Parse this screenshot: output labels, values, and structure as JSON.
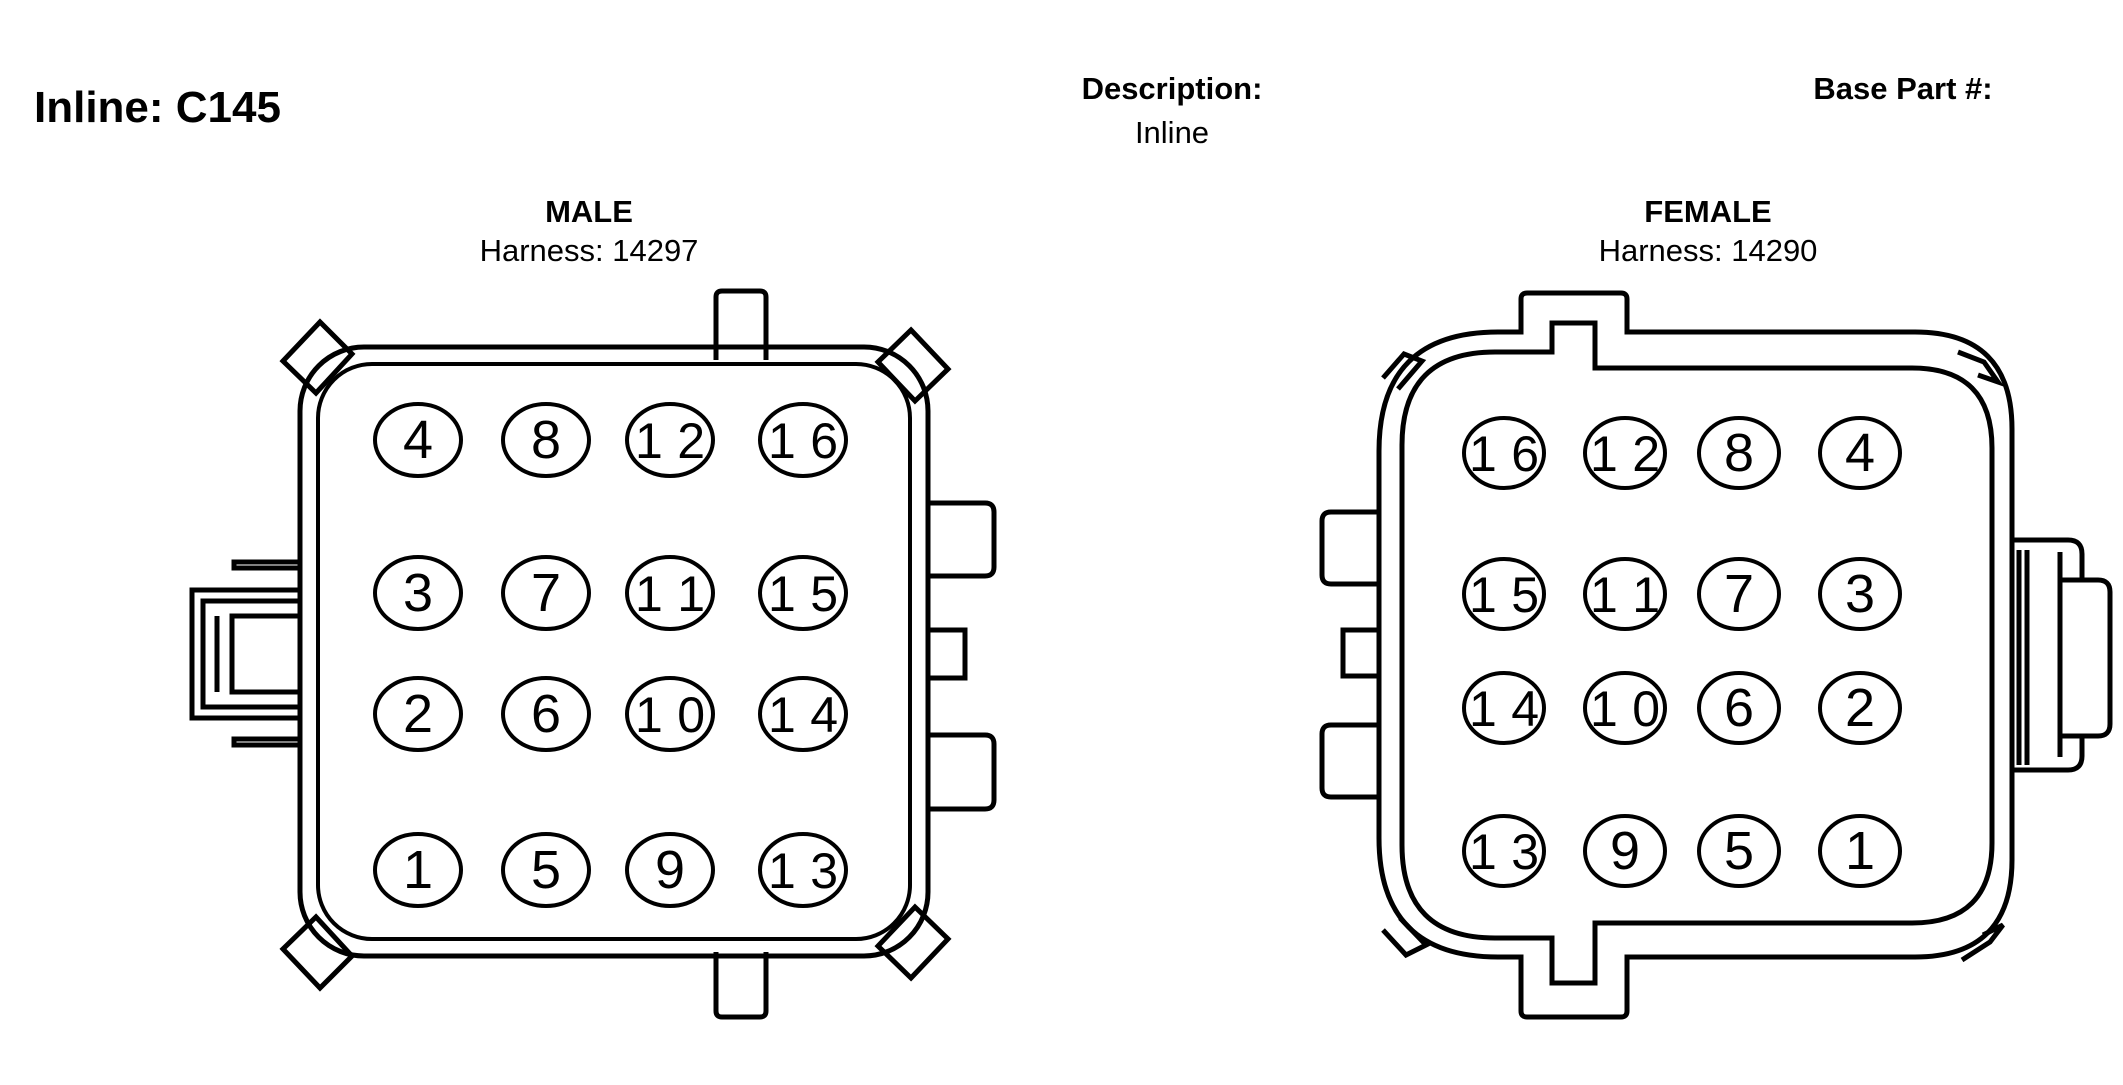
{
  "header": {
    "title": "Inline: C145",
    "description_label": "Description:",
    "description_value": "Inline",
    "base_part_label": "Base Part #:"
  },
  "male": {
    "label": "MALE",
    "harness": "Harness: 14297",
    "pin_rows": [
      [
        "4",
        "8",
        "12",
        "16"
      ],
      [
        "3",
        "7",
        "11",
        "15"
      ],
      [
        "2",
        "6",
        "10",
        "14"
      ],
      [
        "1",
        "5",
        "9",
        "13"
      ]
    ]
  },
  "female": {
    "label": "FEMALE",
    "harness": "Harness: 14290",
    "pin_rows": [
      [
        "16",
        "12",
        "8",
        "4"
      ],
      [
        "15",
        "11",
        "7",
        "3"
      ],
      [
        "14",
        "10",
        "6",
        "2"
      ],
      [
        "13",
        "9",
        "5",
        "1"
      ]
    ]
  }
}
